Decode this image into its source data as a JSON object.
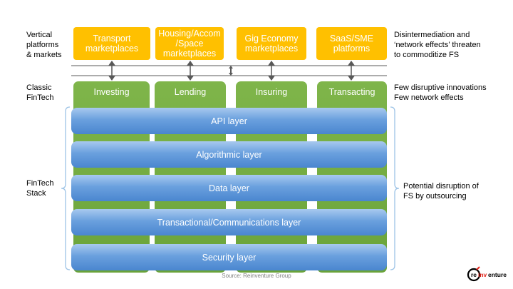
{
  "left_labels": {
    "vertical": "Vertical\nplatforms\n& markets",
    "classic": "Classic\nFinTech",
    "stack": "FinTech\nStack"
  },
  "right_labels": {
    "vertical": "Disintermediation and\n‘network effects’ threaten\nto commoditize FS",
    "classic": "Few disruptive innovations\nFew network effects",
    "stack": "Potential disruption of\nFS by outsourcing"
  },
  "marketplaces": [
    {
      "label": "Transport\nmarketplaces"
    },
    {
      "label": "Housing/Accom\n/Space\nmarketplaces"
    },
    {
      "label": "Gig Economy\nmarketplaces"
    },
    {
      "label": "SaaS/SME\nplatforms"
    }
  ],
  "classic_fintech": [
    {
      "label": "Investing"
    },
    {
      "label": "Lending"
    },
    {
      "label": "Insuring"
    },
    {
      "label": "Transacting"
    }
  ],
  "stack_layers": [
    {
      "label": "API layer"
    },
    {
      "label": "Algorithmic layer"
    },
    {
      "label": "Data layer"
    },
    {
      "label": "Transactional/Communications layer"
    },
    {
      "label": "Security layer"
    }
  ],
  "source": "Source: Reinventure Group",
  "logo": {
    "text": "reinventure",
    "accent": "#e2231a"
  },
  "colors": {
    "marketplace": "#ffc000",
    "classic": "#70ad47",
    "stack": "#5b9bd5",
    "bracket": "#9dc3e6"
  }
}
